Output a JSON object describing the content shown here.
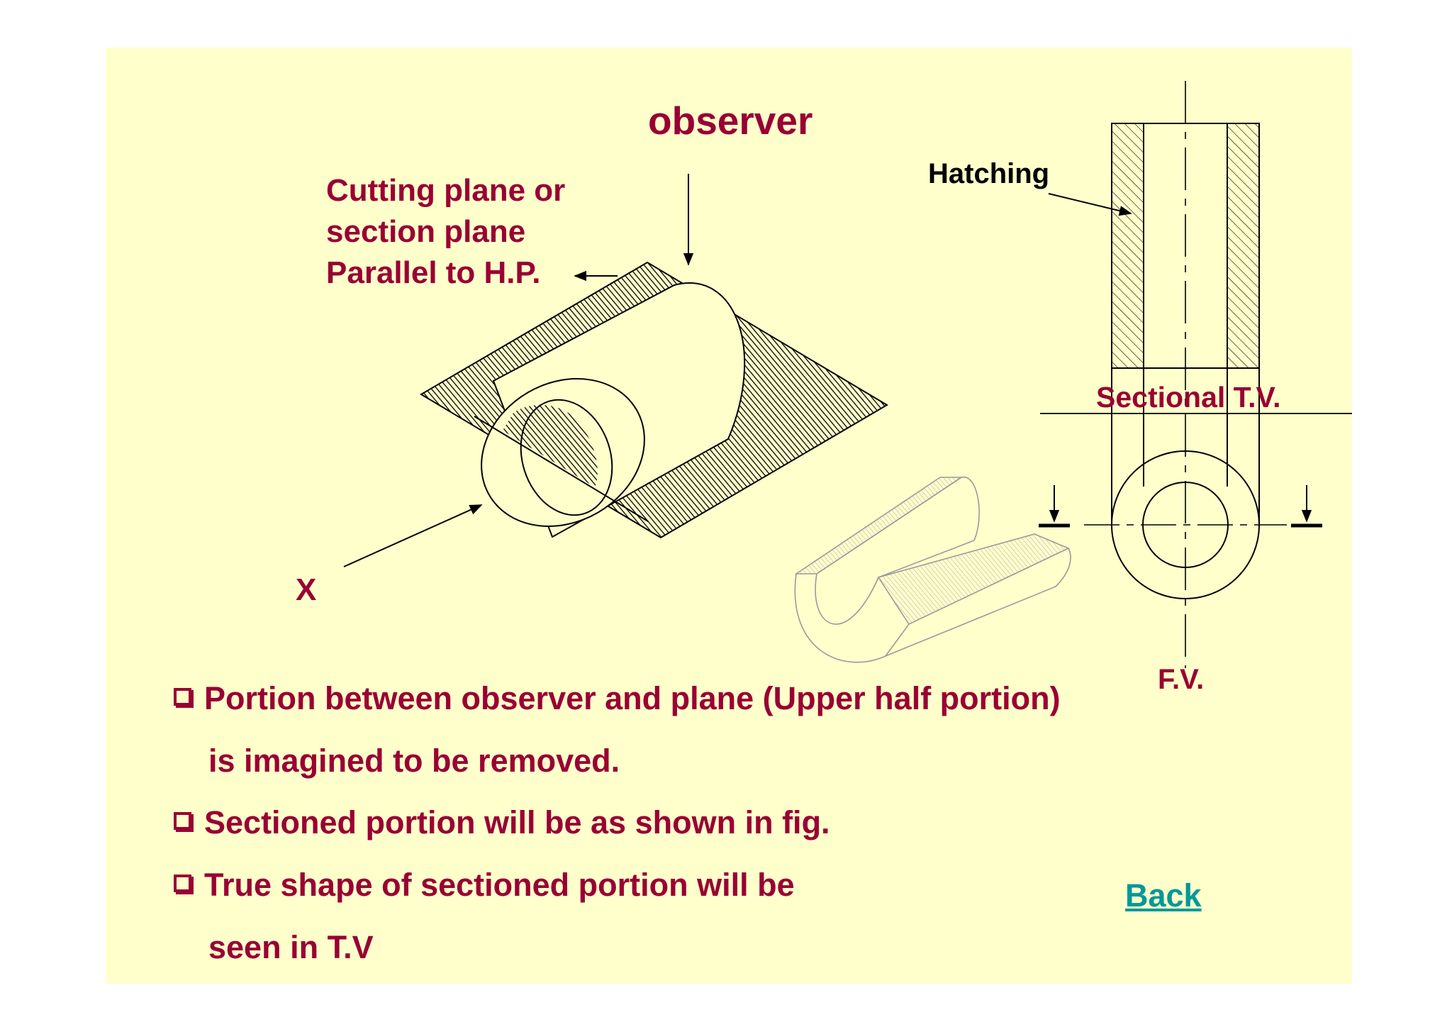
{
  "labels": {
    "observer": "observer",
    "cutting_plane": [
      "Cutting plane or",
      "section plane",
      "Parallel to H.P."
    ],
    "hatching": "Hatching",
    "sectional_tv": "Sectional T.V.",
    "fv": "F.V.",
    "x": "X"
  },
  "bullets": [
    {
      "text": "Portion between observer and plane (Upper half portion)",
      "continuation": "is imagined to be removed."
    },
    {
      "text": "Sectioned portion will be as shown in fig.",
      "continuation": ""
    },
    {
      "text": "True shape of sectioned portion will be",
      "continuation": "seen in T.V"
    }
  ],
  "back_link": "Back",
  "colors": {
    "background": "#ffffcc",
    "text": "#990033",
    "link": "#009999"
  }
}
